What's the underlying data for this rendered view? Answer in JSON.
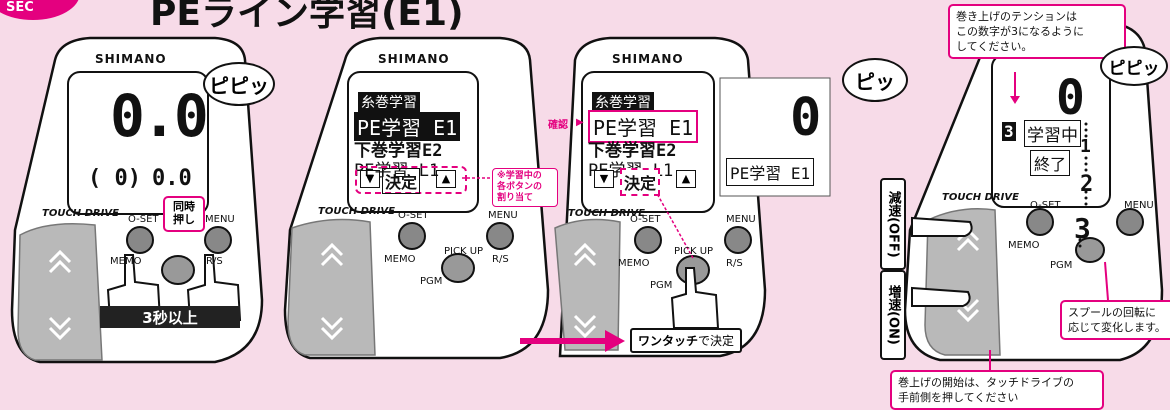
{
  "header": {
    "section_label": "SEC",
    "title": "PEライン学習(E1)"
  },
  "brand": "SHIMANO",
  "touch_drive_logo": "TOUCH DRIVE",
  "buttons": {
    "oset": "O-SET",
    "memo": "MEMO",
    "menu": "MENU",
    "rs": "R/S",
    "pickup": "PICK UP",
    "pgm": "PGM"
  },
  "panel1": {
    "big_value": "0.0",
    "bottom_left": "( 0)",
    "bottom_right": "0.0",
    "bubble": "ピピッ",
    "press_label": "同時\n押し",
    "duration": "3秒以上"
  },
  "panel2": {
    "menu_title": "糸巻学習",
    "items": [
      "PE学習 E1",
      "下巻学習E2",
      "PE学習 L1"
    ],
    "decide": "決定",
    "note": "※学習中の\n各ボタンの\n割り当て"
  },
  "panel3": {
    "confirm": "確認",
    "menu_title": "糸巻学習",
    "items": [
      "PE学習 E1",
      "下巻学習E2",
      "PE学習 L1"
    ],
    "decide": "決定",
    "bubble": "ピッ",
    "result_value": "0",
    "result_label": "PE学習 E1",
    "onetouch_bold": "ワンタッチ",
    "onetouch_rest": "で決定"
  },
  "panel4": {
    "tension_note": "巻き上げのテンションは\nこの数字が3になるように\nしてください。",
    "bubble": "ピピッ",
    "big_value": "0",
    "tension_value": "3",
    "learning": "学習中",
    "finish": "終了",
    "deceleration": "減速(OFF)",
    "acceleration": "増速(ON)",
    "spool_note": "スプールの回転に\n応じて変化します。",
    "start_note": "巻上げの開始は、タッチドライブの\n手前側を押してください",
    "scale": [
      "1",
      "2",
      "3"
    ]
  },
  "colors": {
    "accent": "#e4007f",
    "background": "#f7dbe8"
  }
}
